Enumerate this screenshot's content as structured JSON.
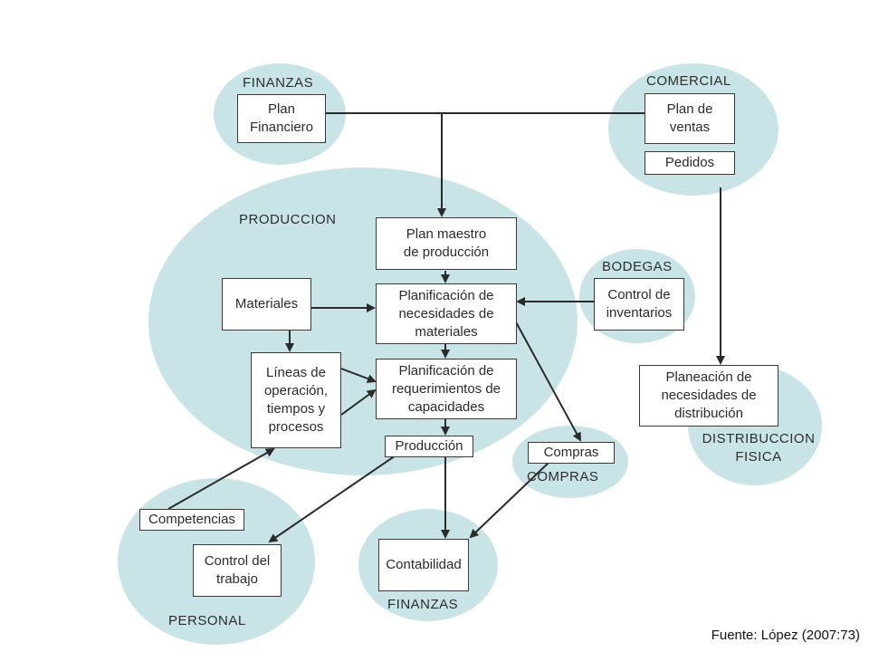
{
  "areas": {
    "finanzas_top": "FINANZAS",
    "comercial": "COMERCIAL",
    "produccion": "PRODUCCION",
    "bodegas": "BODEGAS",
    "distribucion": "DISTRIBUCCION\nFISICA",
    "compras": "COMPRAS",
    "personal": "PERSONAL",
    "finanzas_bottom": "FINANZAS"
  },
  "boxes": {
    "plan_financiero": "Plan\nFinanciero",
    "plan_ventas": "Plan  de\nventas",
    "pedidos": "Pedidos",
    "plan_maestro": "Plan maestro\nde producción",
    "materiales": "Materiales",
    "planificacion_materiales": "Planificación de\nnecesidades de\nmateriales",
    "control_inventarios": "Control de\ninventarios",
    "lineas_operacion": "Líneas de\noperación,\ntiempos y\nprocesos",
    "planificacion_capacidades": "Planificación de\nrequerimientos de\ncapacidades",
    "planeacion_distribucion": "Planeación de\nnecesidades de\ndistribución",
    "produccion": "Producción",
    "compras": "Compras",
    "competencias": "Competencias",
    "control_trabajo": "Control del\ntrabajo",
    "contabilidad": "Contabilidad"
  },
  "source": "Fuente: López (2007:73)",
  "colors": {
    "area_fill": "#c9e4e6",
    "line": "#2b2b2b",
    "box_border": "#3a3a3a"
  }
}
